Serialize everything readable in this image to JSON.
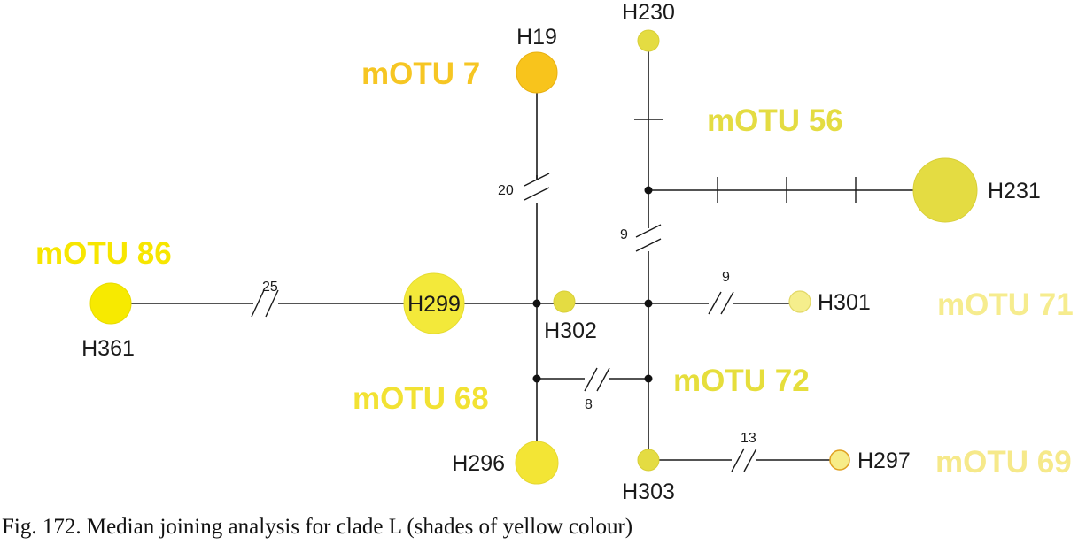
{
  "caption": "Fig. 172. Median joining analysis for clade L (shades of yellow colour)",
  "groups": [
    {
      "label": "mOTU 7",
      "color": "#f6c623"
    },
    {
      "label": "mOTU 56",
      "color": "#e4dc42"
    },
    {
      "label": "mOTU 86",
      "color": "#f7e600"
    },
    {
      "label": "mOTU 68",
      "color": "#f2e233"
    },
    {
      "label": "mOTU 72",
      "color": "#e6de3c"
    },
    {
      "label": "mOTU 71",
      "color": "#f6ec8e"
    },
    {
      "label": "mOTU 69",
      "color": "#f6e98a"
    }
  ],
  "haplotypes": [
    {
      "label": "H19",
      "color": "#f8c41c"
    },
    {
      "label": "H230",
      "color": "#e4dc42"
    },
    {
      "label": "H231",
      "color": "#e4dc42"
    },
    {
      "label": "H361",
      "color": "#f7ea00"
    },
    {
      "label": "H299",
      "color": "#f3e93a"
    },
    {
      "label": "H302",
      "color": "#e4dc42"
    },
    {
      "label": "H301",
      "color": "#f5ee8c"
    },
    {
      "label": "H296",
      "color": "#f3e535"
    },
    {
      "label": "H303",
      "color": "#e4dc42"
    },
    {
      "label": "H297",
      "color": "#f7ec88"
    }
  ],
  "mutation_counts": [
    "20",
    "9",
    "25",
    "9",
    "8",
    "13"
  ]
}
